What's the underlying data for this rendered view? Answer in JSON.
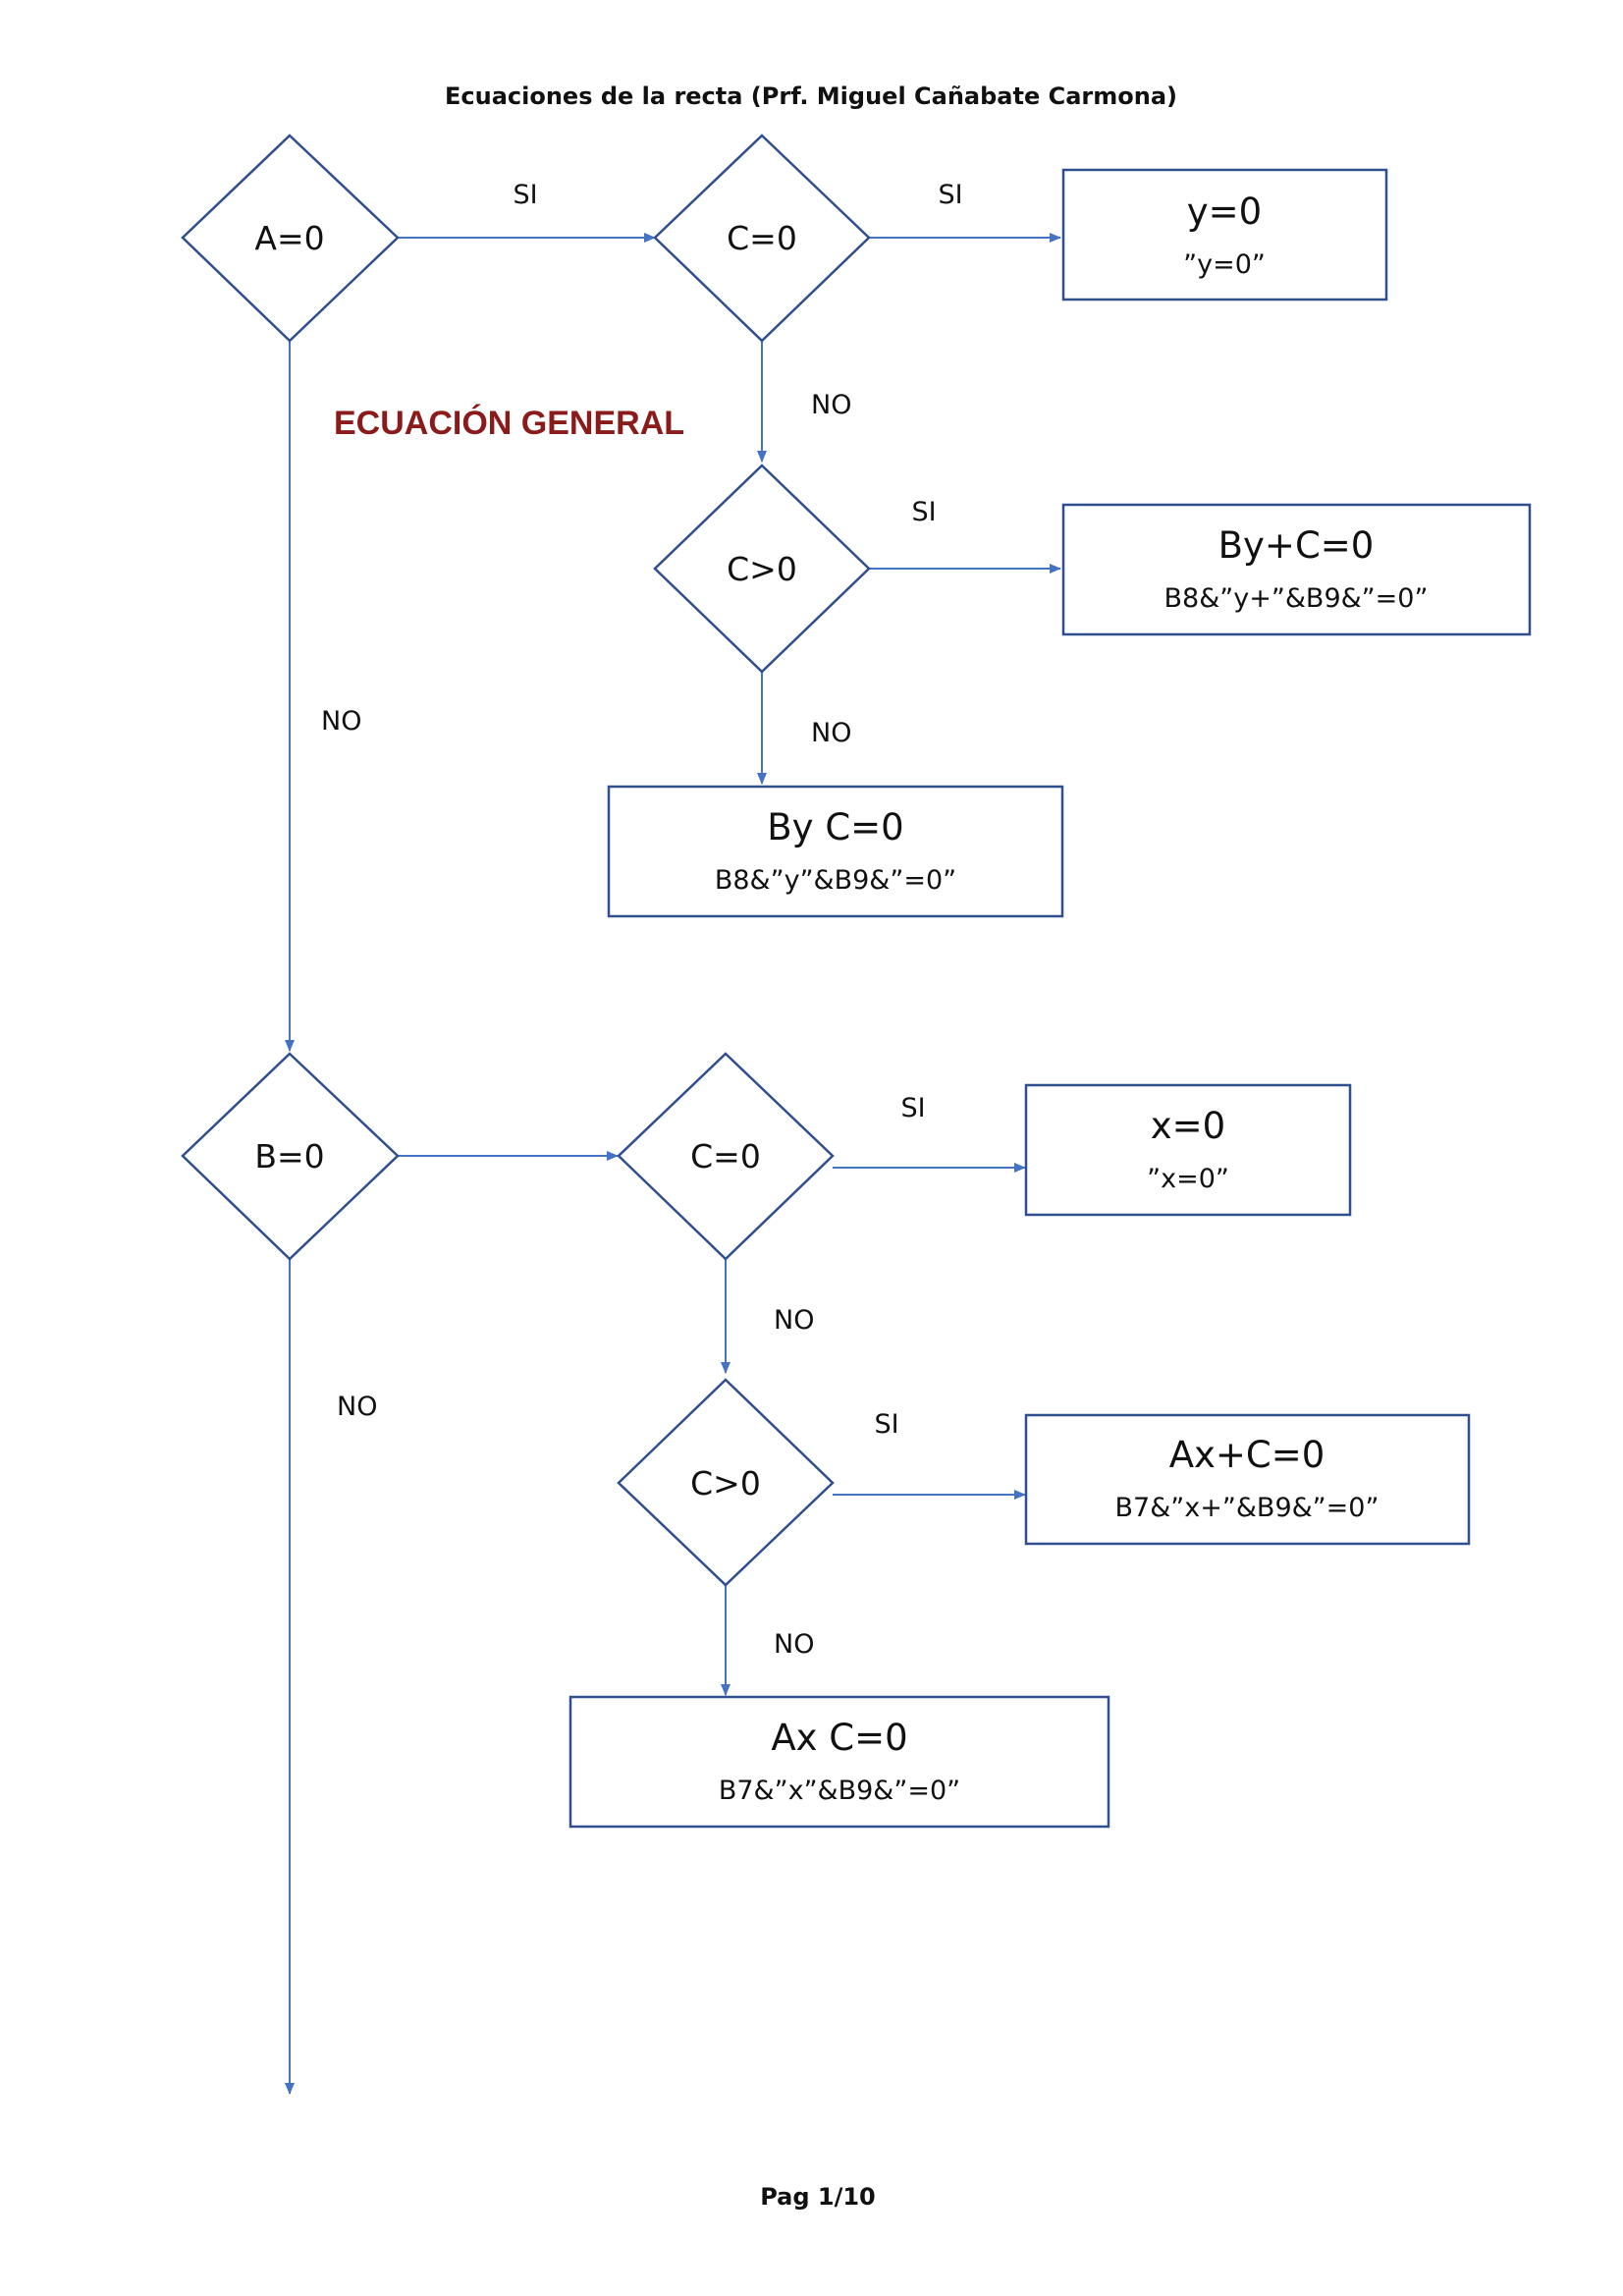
{
  "header": {
    "title": "Ecuaciones de la recta (Prf. Miguel Cañabate Carmona)"
  },
  "section_title": "ECUACIÓN GENERAL",
  "footer": {
    "page": "Pag 1/10"
  },
  "colors": {
    "section_title": "#8b1a1a",
    "connector": "#4472c4",
    "shape_border": "#2f4f8f"
  },
  "nodes": {
    "d_a0": "A=0",
    "d_c0_top": "C=0",
    "d_cpos_top": "C>0",
    "d_b0": "B=0",
    "d_c0_mid": "C=0",
    "d_cpos_mid": "C>0"
  },
  "results": {
    "y0": {
      "title": "y=0",
      "formula": "”y=0”"
    },
    "byc_plus": {
      "title": "By+C=0",
      "formula": "B8&”y+”&B9&”=0”"
    },
    "byc": {
      "title": "By C=0",
      "formula": "B8&”y”&B9&”=0”"
    },
    "x0": {
      "title": "x=0",
      "formula": "”x=0”"
    },
    "axc_plus": {
      "title": "Ax+C=0",
      "formula": "B7&”x+”&B9&”=0”"
    },
    "axc": {
      "title": "Ax C=0",
      "formula": "B7&”x”&B9&”=0”"
    }
  },
  "edges": {
    "a0_yes": "SI",
    "c0_top_yes": "SI",
    "c0_top_no": "NO",
    "cpos_top_yes": "SI",
    "cpos_top_no": "NO",
    "a0_no": "NO",
    "c0_mid_yes": "SI",
    "c0_mid_no": "NO",
    "b0_no": "NO",
    "cpos_mid_yes": "SI",
    "cpos_mid_no": "NO"
  }
}
